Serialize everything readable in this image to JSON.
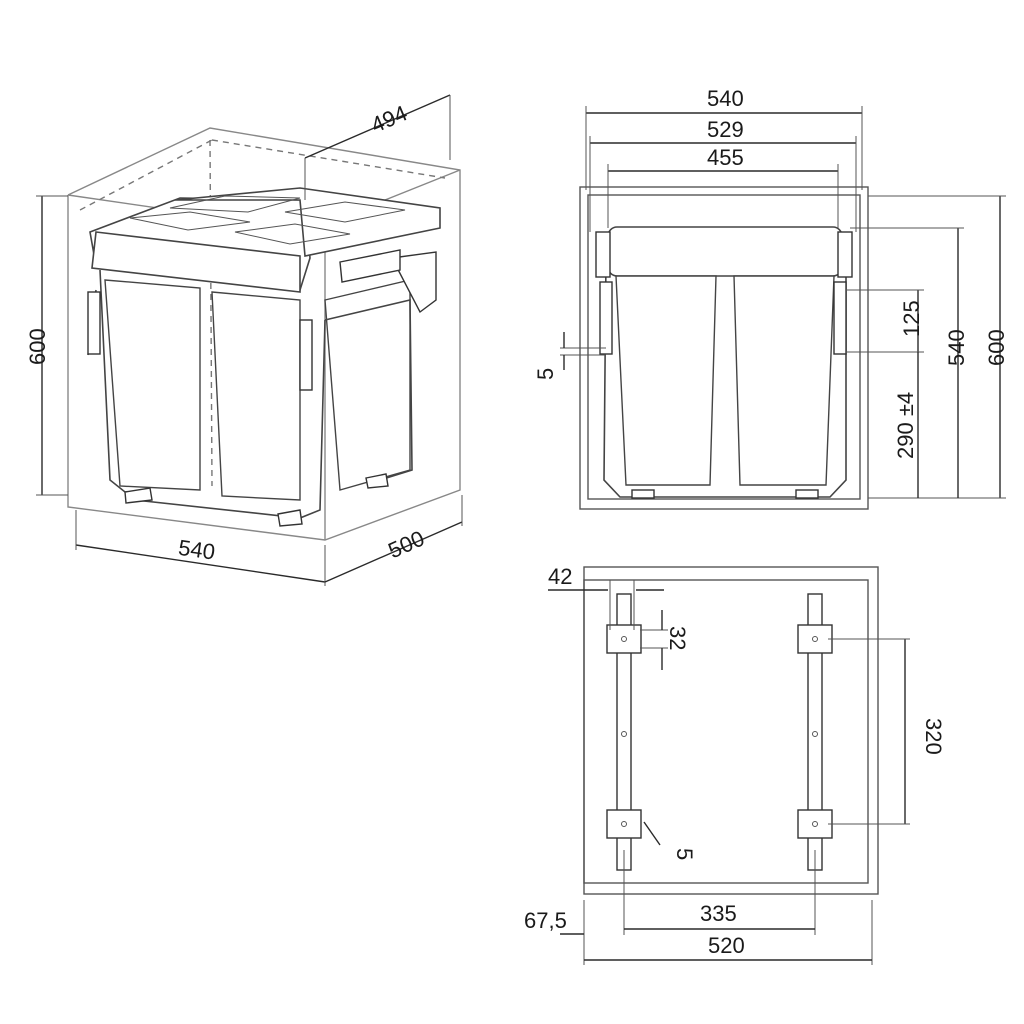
{
  "dimensions": {
    "iso_depth_top": "494",
    "iso_height": "600",
    "iso_width": "540",
    "iso_depth": "500",
    "front_width_outer": "540",
    "front_width_mid": "529",
    "front_width_inner": "455",
    "front_height_125": "125",
    "front_height_540": "540",
    "front_height_600": "600",
    "front_height_290": "290 ±4",
    "front_offset_5": "5",
    "base_offset_42": "42",
    "base_hole_32": "32",
    "base_rail_320": "320",
    "base_hole_5": "5",
    "base_offset_67_5": "67,5",
    "base_rail_spacing_335": "335",
    "base_width_520": "520"
  }
}
